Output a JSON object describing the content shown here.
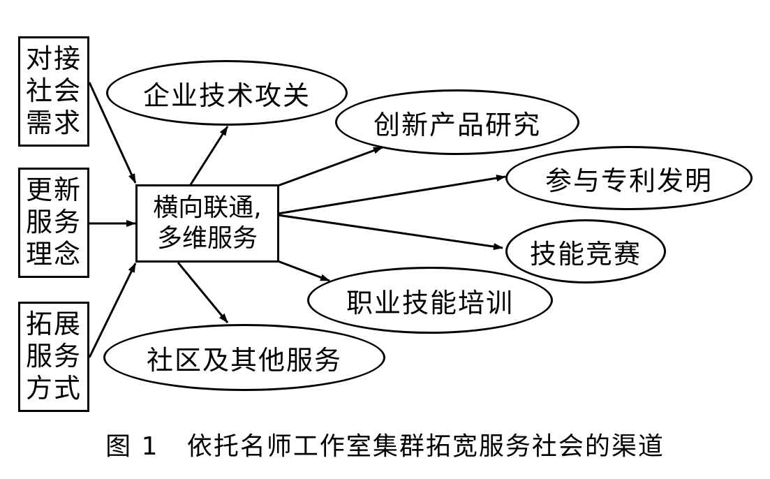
{
  "figure": {
    "caption": "图 1   依托名师工作室集群拓宽服务社会的渠道"
  },
  "diagram": {
    "inputs": [
      {
        "lines": [
          "对接",
          "社会",
          "需求"
        ]
      },
      {
        "lines": [
          "更新",
          "服务",
          "理念"
        ]
      },
      {
        "lines": [
          "拓展",
          "服务",
          "方式"
        ]
      }
    ],
    "center": {
      "lines": [
        "横向联通,",
        "多维服务"
      ]
    },
    "outputs": [
      {
        "label": "企业技术攻关"
      },
      {
        "label": "创新产品研究"
      },
      {
        "label": "参与专利发明"
      },
      {
        "label": "技能竞赛"
      },
      {
        "label": "职业技能培训"
      },
      {
        "label": "社区及其他服务"
      }
    ]
  }
}
